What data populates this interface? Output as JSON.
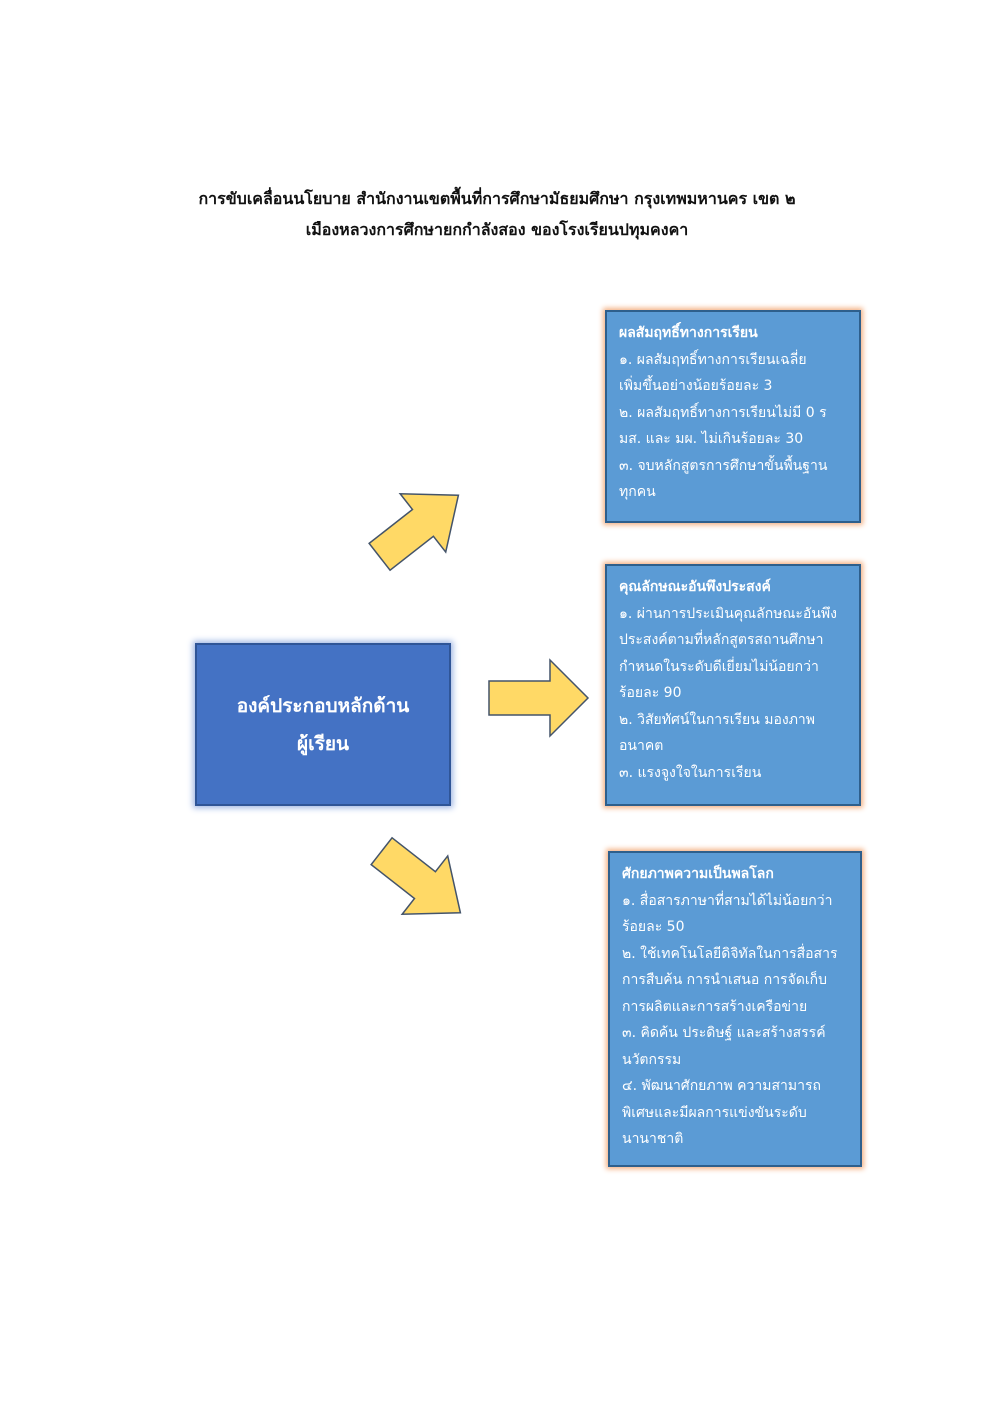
{
  "title": {
    "line1": "การขับเคลื่อนนโยบาย สำนักงานเขตพื้นที่การศึกษามัธยมศึกษา กรุงเทพมหานคร เขต ๒",
    "line2": "เมืองหลวงการศึกษายกกำลังสอง ของโรงเรียนปทุมคงคา"
  },
  "central": {
    "lines": [
      "องค์ประกอบหลักด้าน",
      "ผู้เรียน"
    ]
  },
  "boxes": [
    {
      "heading": "ผลสัมฤทธิ์ทางการเรียน",
      "lines": [
        "๑. ผลสัมฤทธิ์ทางการเรียนเฉลี่ย",
        "เพิ่มขึ้นอย่างน้อยร้อยละ 3",
        "๒. ผลสัมฤทธิ์ทางการเรียนไม่มี 0 ร",
        "มส. และ มผ. ไม่เกินร้อยละ 30",
        "๓. จบหลักสูตรการศึกษาขั้นพื้นฐาน",
        "ทุกคน"
      ]
    },
    {
      "heading": "คุณลักษณะอันพึงประสงค์",
      "lines": [
        "๑. ผ่านการประเมินคุณลักษณะอันพึง",
        "ประสงค์ตามที่หลักสูตรสถานศึกษา",
        "กำหนดในระดับดีเยี่ยมไม่น้อยกว่า",
        "ร้อยละ 90",
        "๒. วิสัยทัศน์ในการเรียน มองภาพ",
        "อนาคต",
        "๓. แรงจูงใจในการเรียน"
      ]
    },
    {
      "heading": "ศักยภาพความเป็นพลโลก",
      "lines": [
        "๑. สื่อสารภาษาที่สามได้ไม่น้อยกว่า",
        "ร้อยละ 50",
        "๒. ใช้เทคโนโลยีดิจิทัลในการสื่อสาร",
        "การสืบค้น การนำเสนอ การจัดเก็บ",
        "การผลิตและการสร้างเครือข่าย",
        "๓. คิดค้น ประดิษฐ์ และสร้างสรรค์",
        "นวัตกรรม",
        "๔. พัฒนาศักยภาพ ความสามารถ",
        "พิเศษและมีผลการแข่งขันระดับ",
        "นานาชาติ"
      ]
    }
  ],
  "colors": {
    "central_fill": "#4472c4",
    "box_fill": "#5b9bd5",
    "box_glow": "#f4b183",
    "arrow_fill": "#ffd966",
    "arrow_stroke": "#44546a"
  }
}
